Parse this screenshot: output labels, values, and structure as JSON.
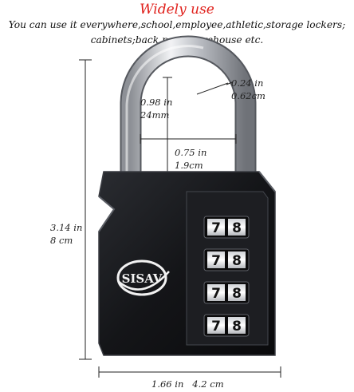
{
  "header": {
    "title": "Widely use",
    "line1": "You can use it everywhere,school,employee,athletic,storage lockers;",
    "line2": "cabinets;back pack;warehouse etc."
  },
  "dimensions": {
    "shackle_thickness_in": "0.24 in",
    "shackle_thickness_cm": "0.62cm",
    "shackle_width_in": "0.98 in",
    "shackle_width_mm": "24mm",
    "clearance_in": "0.75 in",
    "clearance_cm": "1.9cm",
    "height_in": "3.14 in",
    "height_cm": "8 cm",
    "body_width": "1.66 in   4.2 cm"
  },
  "lock": {
    "brand": "SISAV",
    "dial_rows": [
      [
        "7",
        "8"
      ],
      [
        "7",
        "8"
      ],
      [
        "7",
        "8"
      ],
      [
        "7",
        "8"
      ]
    ],
    "colors": {
      "body": "#141518",
      "shackle": "#c9ccd1",
      "accent_text": "#e0201b"
    }
  }
}
